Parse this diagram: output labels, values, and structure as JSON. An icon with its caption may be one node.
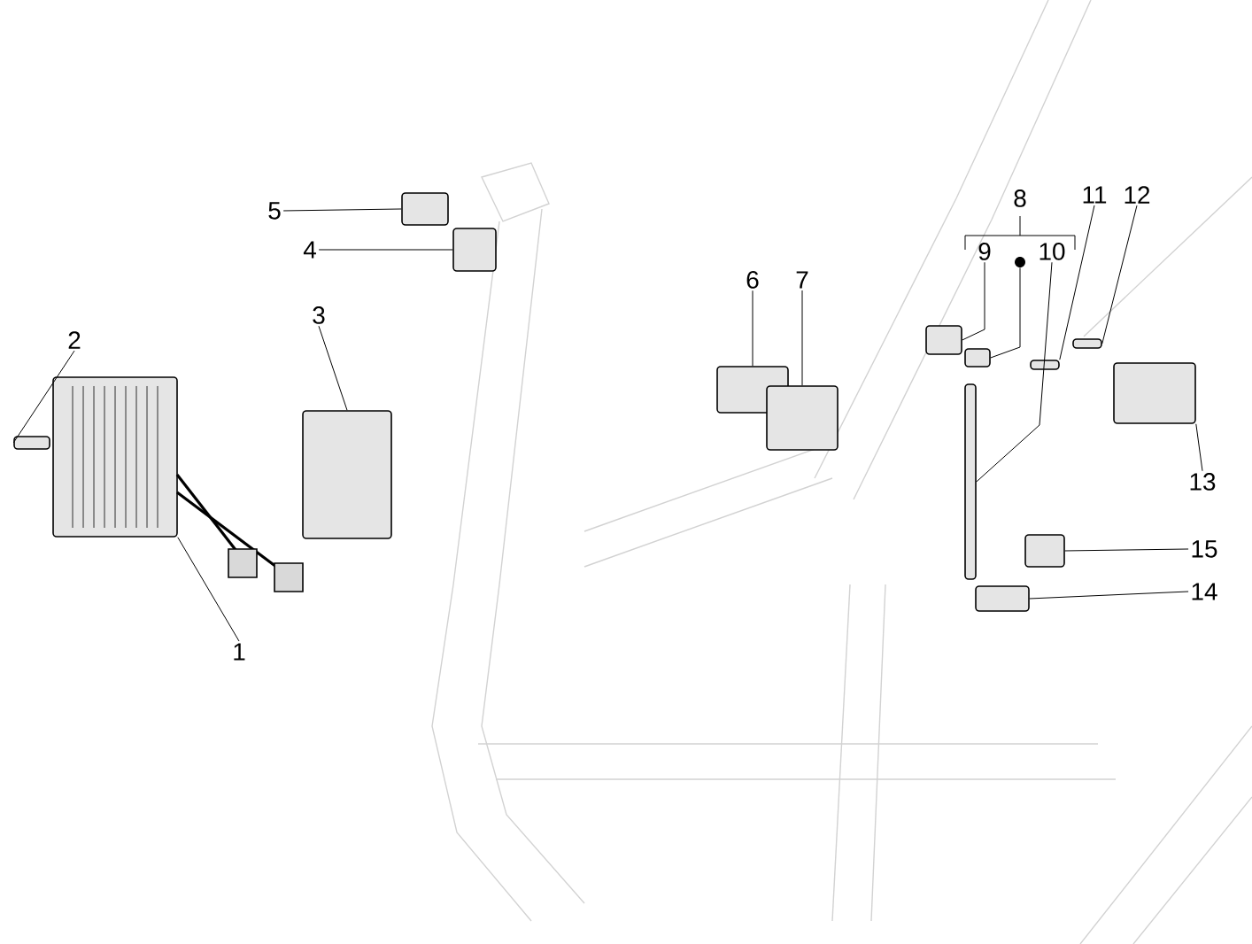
{
  "diagram": {
    "nodes": [
      {
        "text": [
          "1"
        ]
      },
      {
        "text": [
          "2"
        ]
      },
      {
        "text": [
          "3"
        ]
      },
      {
        "text": [
          "4"
        ]
      },
      {
        "text": [
          "5"
        ]
      },
      {
        "text": [
          "6"
        ]
      },
      {
        "text": [
          "7"
        ]
      },
      {
        "text": [
          "9"
        ]
      },
      {
        "text": [
          "10"
        ]
      },
      {
        "text": [
          "11"
        ]
      },
      {
        "text": [
          "12"
        ]
      },
      {
        "text": [
          "13"
        ]
      },
      {
        "text": [
          "14"
        ]
      },
      {
        "text": [
          "15"
        ]
      },
      {
        "text": [],
        "shape": "circle"
      },
      {
        "text": [],
        "shape": "picture"
      },
      {
        "text": [],
        "shape": "box"
      },
      {
        "text": [],
        "shape": "box"
      },
      {
        "text": [],
        "shape": "box"
      },
      {
        "text": [],
        "shape": "box"
      },
      {
        "text": [],
        "shape": "box"
      },
      {
        "text": [],
        "shape": "box"
      },
      {
        "text": [],
        "shape": "box"
      },
      {
        "text": [],
        "shape": "box"
      },
      {
        "text": [],
        "shape": "box"
      },
      {
        "text": [],
        "shape": "box"
      },
      {
        "text": [],
        "shape": "box"
      },
      {
        "text": [],
        "shape": "box"
      },
      {
        "text": [],
        "shape": "box"
      },
      {
        "text": [],
        "shape": "box"
      }
    ],
    "edges": [
      {
        "from": 0,
        "to": 15,
        "arrow": "none"
      },
      {
        "from": 1,
        "to": 16,
        "arrow": "none"
      },
      {
        "from": 2,
        "to": 17,
        "arrow": "none"
      },
      {
        "from": 3,
        "to": 18,
        "arrow": "none"
      },
      {
        "from": 4,
        "to": 19,
        "arrow": "none"
      },
      {
        "from": 5,
        "to": 20,
        "arrow": "none"
      },
      {
        "from": 6,
        "to": 21,
        "arrow": "none"
      },
      {
        "from": 7,
        "to": 22,
        "arrow": "none"
      },
      {
        "from": 14,
        "to": 23,
        "arrow": "none"
      },
      {
        "from": 8,
        "to": 24,
        "arrow": "none"
      },
      {
        "from": 9,
        "to": 25,
        "arrow": "none"
      },
      {
        "from": 10,
        "to": 26,
        "arrow": "none"
      },
      {
        "from": 11,
        "to": 27,
        "arrow": "none"
      },
      {
        "from": 12,
        "to": 28,
        "arrow": "none"
      },
      {
        "from": 13,
        "to": 29,
        "arrow": "none"
      }
    ],
    "labels": [
      "8"
    ]
  }
}
